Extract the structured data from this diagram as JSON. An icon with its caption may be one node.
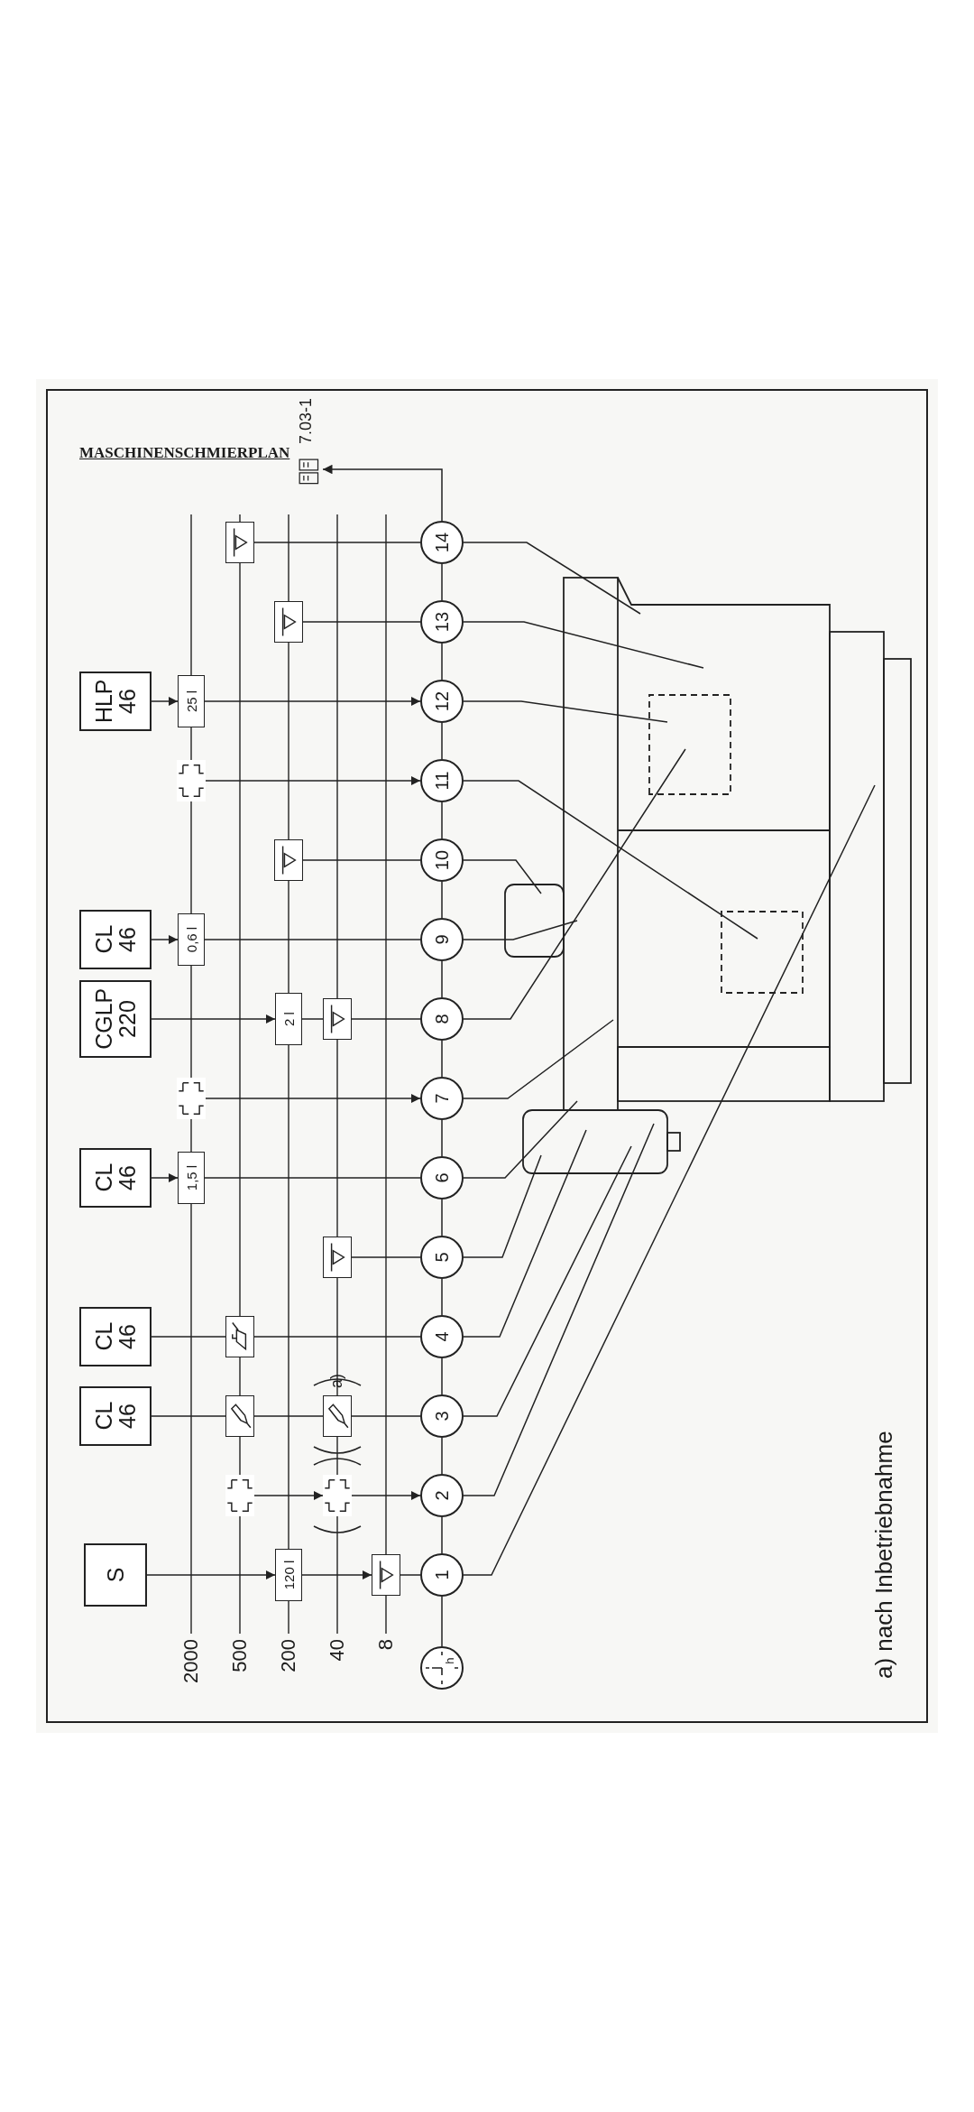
{
  "diagram": {
    "title": "MASCHINENSCHMIERPLAN",
    "nodes": [
      {
        "text": [
          "S"
        ]
      },
      {
        "text": [
          "CL 46"
        ]
      },
      {
        "text": [
          "CL 46"
        ]
      },
      {
        "text": [
          "CL 46"
        ]
      },
      {
        "text": [
          "CGLP 220"
        ]
      },
      {
        "text": [
          "CL 46"
        ]
      },
      {
        "text": [
          "HLP 46"
        ]
      },
      {
        "text": [
          "1"
        ]
      },
      {
        "text": [
          "2"
        ]
      },
      {
        "text": [
          "3"
        ]
      },
      {
        "text": [
          "4"
        ]
      },
      {
        "text": [
          "5"
        ]
      },
      {
        "text": [
          "6"
        ]
      },
      {
        "text": [
          "7"
        ]
      },
      {
        "text": [
          "8"
        ]
      },
      {
        "text": [
          "9"
        ]
      },
      {
        "text": [
          "10"
        ]
      },
      {
        "text": [
          "11"
        ]
      },
      {
        "text": [
          "12"
        ]
      },
      {
        "text": [
          "13"
        ]
      },
      {
        "text": [
          "14"
        ]
      },
      {
        "text": [
          "h"
        ]
      },
      {
        "text": [],
        "shape": "picture",
        "beside": [
          "7.03-1"
        ]
      },
      {
        "text": [
          "120 l"
        ]
      },
      {
        "text": [],
        "shape": "box"
      },
      {
        "text": [],
        "shape": "bracket"
      },
      {
        "text": [],
        "shape": "bracket"
      },
      {
        "text": [],
        "shape": "box"
      },
      {
        "text": [],
        "shape": "box",
        "beside": [
          "a)"
        ]
      },
      {
        "text": [],
        "shape": "box"
      },
      {
        "text": [],
        "shape": "box"
      },
      {
        "text": [
          "1,5 l"
        ]
      },
      {
        "text": [],
        "shape": "bracket"
      },
      {
        "text": [
          "2 l"
        ]
      },
      {
        "text": [],
        "shape": "box"
      },
      {
        "text": [
          "0,6 l"
        ]
      },
      {
        "text": [],
        "shape": "box"
      },
      {
        "text": [],
        "shape": "bracket"
      },
      {
        "text": [
          "25 l"
        ]
      },
      {
        "text": [],
        "shape": "box"
      },
      {
        "text": [],
        "shape": "box"
      }
    ],
    "edges": [
      {
        "from": 21,
        "to": 7,
        "arrow": "none"
      },
      {
        "from": 7,
        "to": 8,
        "arrow": "none"
      },
      {
        "from": 8,
        "to": 9,
        "arrow": "none"
      },
      {
        "from": 9,
        "to": 10,
        "arrow": "none"
      },
      {
        "from": 10,
        "to": 11,
        "arrow": "none"
      },
      {
        "from": 11,
        "to": 12,
        "arrow": "none"
      },
      {
        "from": 12,
        "to": 13,
        "arrow": "none"
      },
      {
        "from": 13,
        "to": 14,
        "arrow": "none"
      },
      {
        "from": 14,
        "to": 15,
        "arrow": "none"
      },
      {
        "from": 15,
        "to": 16,
        "arrow": "none"
      },
      {
        "from": 16,
        "to": 17,
        "arrow": "none"
      },
      {
        "from": 17,
        "to": 18,
        "arrow": "none"
      },
      {
        "from": 18,
        "to": 19,
        "arrow": "none"
      },
      {
        "from": 19,
        "to": 20,
        "arrow": "none"
      },
      {
        "from": 20,
        "to": 22,
        "arrow": "to"
      },
      {
        "from": 0,
        "to": 23,
        "arrow": "to"
      },
      {
        "from": 23,
        "to": 24,
        "arrow": "to"
      },
      {
        "from": 24,
        "to": 7,
        "arrow": "none"
      },
      {
        "from": 25,
        "to": 26,
        "arrow": "to"
      },
      {
        "from": 26,
        "to": 8,
        "arrow": "to"
      },
      {
        "from": 1,
        "to": 27,
        "arrow": "none"
      },
      {
        "from": 27,
        "to": 28,
        "arrow": "none"
      },
      {
        "from": 28,
        "to": 9,
        "arrow": "none"
      },
      {
        "from": 2,
        "to": 29,
        "arrow": "none"
      },
      {
        "from": 29,
        "to": 10,
        "arrow": "none"
      },
      {
        "from": 30,
        "to": 11,
        "arrow": "none"
      },
      {
        "from": 3,
        "to": 31,
        "arrow": "to"
      },
      {
        "from": 31,
        "to": 12,
        "arrow": "none"
      },
      {
        "from": 32,
        "to": 13,
        "arrow": "to"
      },
      {
        "from": 4,
        "to": 33,
        "arrow": "to"
      },
      {
        "from": 33,
        "to": 34,
        "arrow": "none"
      },
      {
        "from": 34,
        "to": 14,
        "arrow": "none"
      },
      {
        "from": 5,
        "to": 35,
        "arrow": "to"
      },
      {
        "from": 35,
        "to": 15,
        "arrow": "none"
      },
      {
        "from": 36,
        "to": 16,
        "arrow": "none"
      },
      {
        "from": 37,
        "to": 17,
        "arrow": "to"
      },
      {
        "from": 6,
        "to": 38,
        "arrow": "to"
      },
      {
        "from": 38,
        "to": 18,
        "arrow": "to"
      },
      {
        "from": 39,
        "to": 19,
        "arrow": "none"
      },
      {
        "from": 40,
        "to": 20,
        "arrow": "none"
      },
      {
        "from": 7,
        "to": null,
        "arrow": "none"
      },
      {
        "from": 8,
        "to": null,
        "arrow": "none"
      },
      {
        "from": 9,
        "to": null,
        "arrow": "none"
      },
      {
        "from": 10,
        "to": null,
        "arrow": "none"
      },
      {
        "from": 11,
        "to": null,
        "arrow": "none"
      },
      {
        "from": 12,
        "to": null,
        "arrow": "none"
      },
      {
        "from": 13,
        "to": null,
        "arrow": "none"
      },
      {
        "from": 14,
        "to": null,
        "arrow": "none"
      },
      {
        "from": 15,
        "to": null,
        "arrow": "none"
      },
      {
        "from": 16,
        "to": null,
        "arrow": "none"
      },
      {
        "from": 17,
        "to": null,
        "arrow": "none"
      },
      {
        "from": 18,
        "to": null,
        "arrow": "none"
      },
      {
        "from": 19,
        "to": null,
        "arrow": "none"
      },
      {
        "from": 20,
        "to": null,
        "arrow": "none"
      }
    ],
    "labels": [
      "2000",
      "500",
      "200",
      "40",
      "8",
      "a) nach Inbetriebnahme"
    ]
  }
}
